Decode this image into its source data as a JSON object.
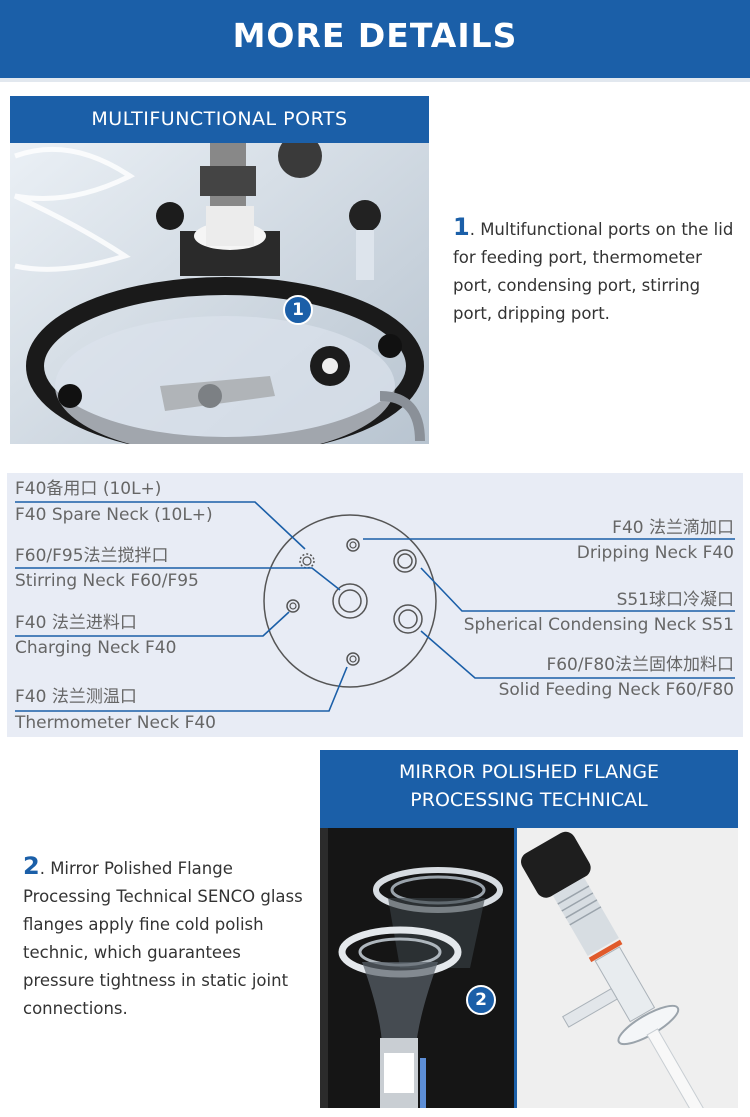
{
  "header": {
    "title": "MORE DETAILS"
  },
  "section1": {
    "label": "MULTIFUNCTIONAL PORTS",
    "badge": "1",
    "number": "1",
    "description": ". Multifunctional ports on the lid for feeding port, thermometer port, condensing port, stirring port, dripping port."
  },
  "diagram": {
    "labels": {
      "spare_cn": "F40备用口 (10L+)",
      "spare_en": "F40 Spare Neck (10L+)",
      "stirring_cn": "F60/F95法兰搅拌口",
      "stirring_en": "Stirring Neck F60/F95",
      "charging_cn": "F40 法兰进料口",
      "charging_en": "Charging Neck F40",
      "thermo_cn": "F40 法兰测温口",
      "thermo_en": "Thermometer Neck F40",
      "dripping_cn": "F40 法兰滴加口",
      "dripping_en": "Dripping Neck F40",
      "condensing_cn": "S51球口冷凝口",
      "condensing_en": "Spherical Condensing Neck S51",
      "solid_cn": "F60/F80法兰固体加料口",
      "solid_en": "Solid Feeding Neck F60/F80"
    },
    "line_color": "#1b5fa8"
  },
  "section2": {
    "label_line1": "MIRROR POLISHED FLANGE",
    "label_line2": "PROCESSING TECHNICAL",
    "badge": "2",
    "number": "2",
    "description": ". Mirror Polished Flange Processing Technical SENCO glass flanges apply fine cold polish technic, which guarantees pressure tightness in static joint connections."
  },
  "colors": {
    "brand_blue": "#1b5fa8",
    "diagram_bg": "#e8ecf5"
  }
}
